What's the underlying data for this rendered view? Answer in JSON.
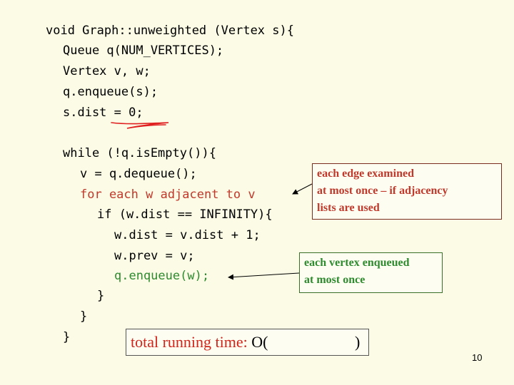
{
  "code": {
    "line1": "void Graph::unweighted (Vertex s){",
    "line2": "Queue q(NUM_VERTICES);",
    "line3": "Vertex v, w;",
    "line4": "q.enqueue(s);",
    "line5": "s.dist = 0;",
    "line6": "while (!q.isEmpty()){",
    "line7": "v = q.dequeue();",
    "line8": "for each w adjacent to v",
    "line9": "if (w.dist == INFINITY){",
    "line10": "w.dist = v.dist + 1;",
    "line11": "w.prev = v;",
    "line12": "q.enqueue(w);",
    "line13": "}",
    "line14": "}",
    "line15": "}"
  },
  "callouts": {
    "edge": {
      "line1": "each edge examined",
      "line2": "at most once – if adjacency",
      "line3": "lists are used"
    },
    "vertex": {
      "line1": "each vertex enqueued",
      "line2": "at most once"
    }
  },
  "runtime": {
    "label": "total running time:",
    "formula": "O(",
    "close": ")"
  },
  "page_number": "10",
  "colors": {
    "background": "#fbfbe6",
    "highlight_red": "#c0392b",
    "highlight_green": "#2e8b2e",
    "annotation_mark": "#e02020"
  }
}
